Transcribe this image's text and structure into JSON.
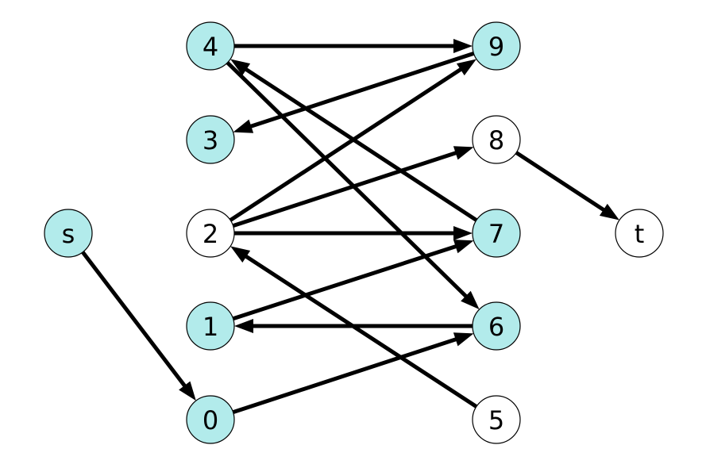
{
  "graph": {
    "colors": {
      "highlight": "#b2ebeb",
      "plain": "#ffffff",
      "stroke": "#000000"
    },
    "nodes": [
      {
        "id": "s",
        "label": "s",
        "highlighted": true
      },
      {
        "id": "4",
        "label": "4",
        "highlighted": true
      },
      {
        "id": "3",
        "label": "3",
        "highlighted": true
      },
      {
        "id": "2",
        "label": "2",
        "highlighted": false
      },
      {
        "id": "1",
        "label": "1",
        "highlighted": true
      },
      {
        "id": "0",
        "label": "0",
        "highlighted": true
      },
      {
        "id": "9",
        "label": "9",
        "highlighted": true
      },
      {
        "id": "8",
        "label": "8",
        "highlighted": false
      },
      {
        "id": "7",
        "label": "7",
        "highlighted": true
      },
      {
        "id": "6",
        "label": "6",
        "highlighted": true
      },
      {
        "id": "5",
        "label": "5",
        "highlighted": false
      },
      {
        "id": "t",
        "label": "t",
        "highlighted": false
      }
    ],
    "edges": [
      {
        "from": "s",
        "to": "0"
      },
      {
        "from": "4",
        "to": "9"
      },
      {
        "from": "4",
        "to": "6"
      },
      {
        "from": "9",
        "to": "3"
      },
      {
        "from": "2",
        "to": "9"
      },
      {
        "from": "2",
        "to": "8"
      },
      {
        "from": "2",
        "to": "7"
      },
      {
        "from": "7",
        "to": "4"
      },
      {
        "from": "1",
        "to": "7"
      },
      {
        "from": "6",
        "to": "1"
      },
      {
        "from": "0",
        "to": "6"
      },
      {
        "from": "5",
        "to": "2"
      },
      {
        "from": "8",
        "to": "t"
      }
    ]
  }
}
